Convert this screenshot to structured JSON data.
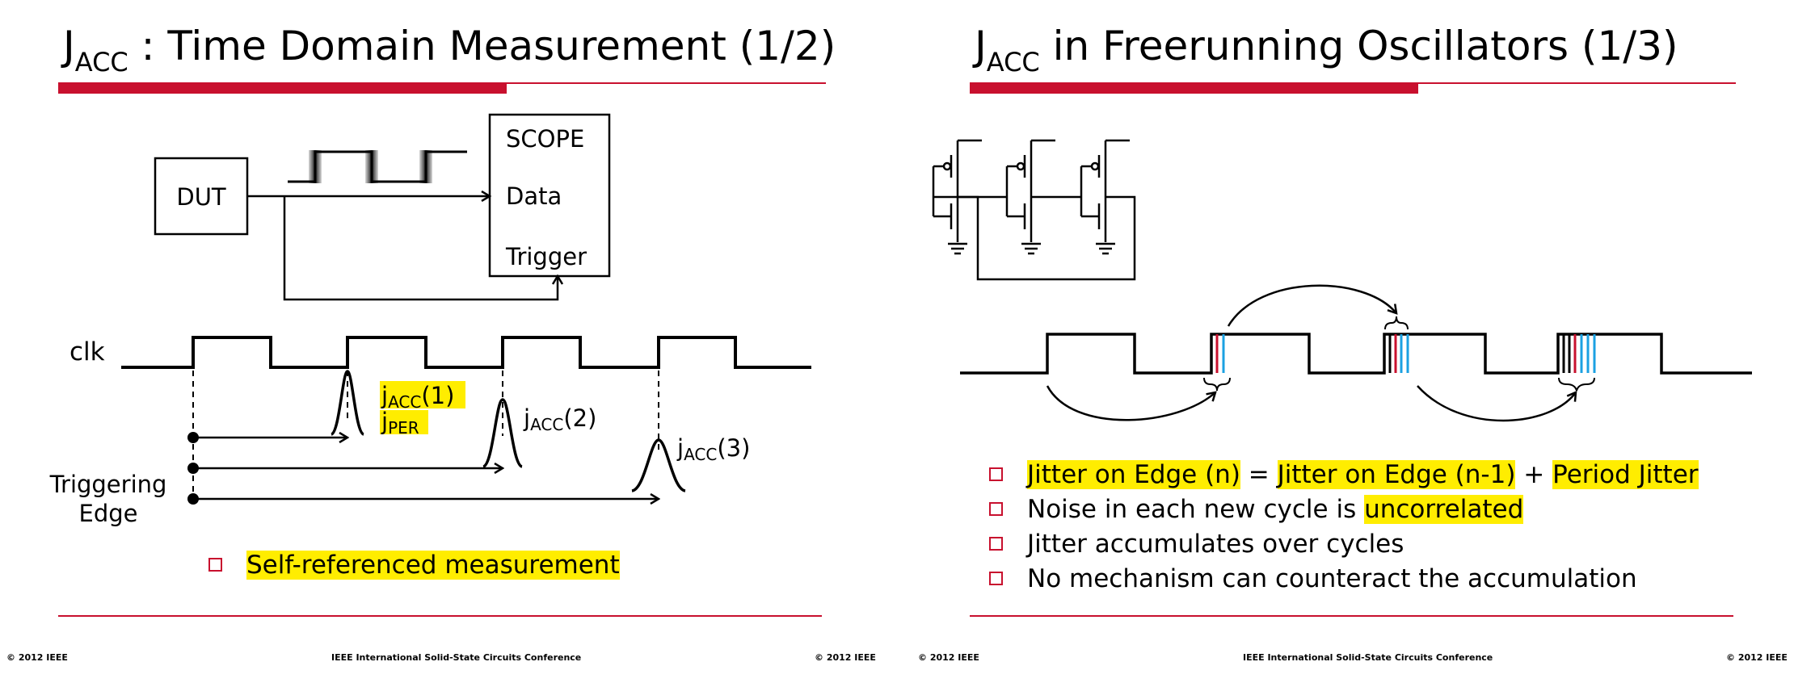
{
  "slides": [
    {
      "title_main": "J",
      "title_sub": "ACC",
      "title_rest": " : Time Domain Measurement (1/2)",
      "diagram": {
        "dut_label": "DUT",
        "scope_label": "SCOPE",
        "data_label": "Data",
        "trigger_label": "Trigger",
        "clk_label": "clk",
        "triggering_edge_line1": "Triggering",
        "triggering_edge_line2": "Edge",
        "jacc1_main": "j",
        "jacc1_sub": "ACC",
        "jacc1_arg": "(1)",
        "jper_main": "j",
        "jper_sub": "PER",
        "jacc2_main": "j",
        "jacc2_sub": "ACC",
        "jacc2_arg": "(2)",
        "jacc3_main": "j",
        "jacc3_sub": "ACC",
        "jacc3_arg": "(3)"
      },
      "bullets": [
        "Self-referenced measurement"
      ],
      "footer_left": "© 2012 IEEE",
      "footer_center": "IEEE International Solid-State Circuits Conference",
      "footer_right": "© 2012 IEEE"
    },
    {
      "title_main": "J",
      "title_sub": "ACC",
      "title_rest": " in Freerunning Oscillators (1/3)",
      "bullets": {
        "b1_part1": "Jitter on Edge (n)",
        "b1_eq": " = ",
        "b1_part2": "Jitter on Edge (n-1)",
        "b1_plus": " + ",
        "b1_part3": "Period Jitter",
        "b2_part1": "Noise in each new cycle is ",
        "b2_part2": "uncorrelated",
        "b3": "Jitter accumulates over cycles",
        "b4": "No mechanism can counteract the accumulation"
      },
      "footer_left": "© 2012 IEEE",
      "footer_center": "IEEE International Solid-State Circuits Conference",
      "footer_right": "© 2012 IEEE"
    }
  ],
  "colors": {
    "accent": "#c8102e",
    "highlight": "#ffed00",
    "edge_blue": "#1ba1e2",
    "edge_red": "#c8102e"
  }
}
